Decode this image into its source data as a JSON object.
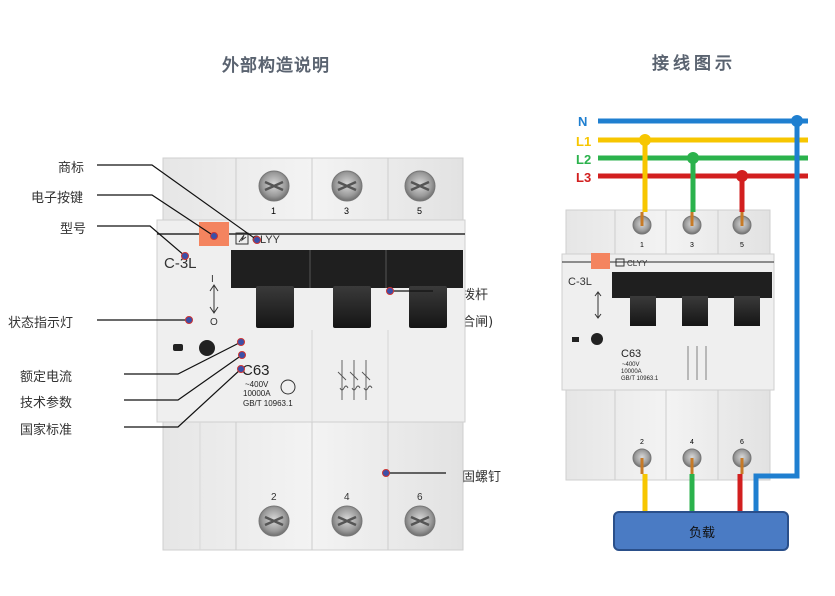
{
  "titles": {
    "left": "外部构造说明",
    "right": "接线图示"
  },
  "callouts": {
    "brand": "商标",
    "electronic_key": "电子按键",
    "model": "型号",
    "status_led": "状态指示灯",
    "rated_current": "额定电流",
    "tech_params": "技术参数",
    "national_standard": "国家标准",
    "manual_lever_line1": "手动拨杆",
    "manual_lever_line2": "(分合闸)",
    "fastening_screw": "紧固螺钉"
  },
  "breaker_left": {
    "terminals_top": [
      "1",
      "3",
      "5"
    ],
    "terminals_bottom": [
      "2",
      "4",
      "6"
    ],
    "brand_text": "CLYY",
    "model_text": "C-3L",
    "rating": "C63",
    "voltage": "~400V",
    "breaking": "10000A",
    "standard": "GB/T 10963.1",
    "switch_on": "I",
    "switch_off": "O"
  },
  "breaker_right": {
    "terminals_top": [
      "1",
      "3",
      "5"
    ],
    "terminals_bottom": [
      "2",
      "4",
      "6"
    ],
    "brand_text": "CLYY",
    "model_text": "C-3L",
    "rating": "C63",
    "voltage": "~400V",
    "breaking": "10000A",
    "standard": "GB/T 10963.1"
  },
  "wiring": {
    "lines": [
      {
        "label": "N",
        "color": "#1f7fd0"
      },
      {
        "label": "L1",
        "color": "#f7c600"
      },
      {
        "label": "L2",
        "color": "#2bb24c"
      },
      {
        "label": "L3",
        "color": "#d21f1f"
      }
    ],
    "load_label": "负载"
  },
  "colors": {
    "marker": "#3b4fa8",
    "orange_key": "#f4845f",
    "load_box": "#4a7bc4"
  }
}
